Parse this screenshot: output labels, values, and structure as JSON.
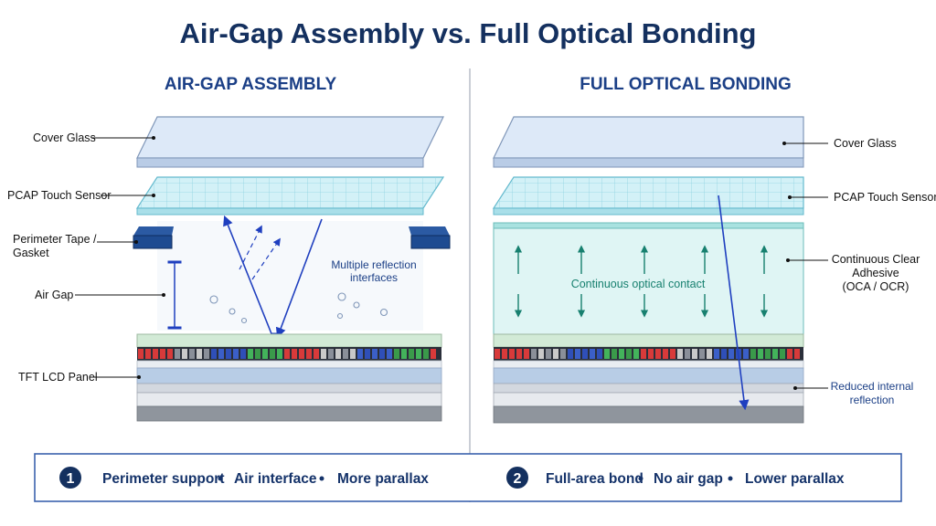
{
  "title": "Air-Gap Assembly vs. Full Optical Bonding",
  "left": {
    "heading": "AIR-GAP ASSEMBLY",
    "labels": {
      "cover_glass": "Cover Glass",
      "touch_sensor": "PCAP Touch Sensor",
      "tape_line1": "Perimeter Tape /",
      "tape_line2": "Gasket",
      "air_gap": "Air Gap",
      "lcd": "TFT LCD Panel"
    },
    "note_line1": "Multiple reflection",
    "note_line2": "interfaces"
  },
  "right": {
    "heading": "FULL OPTICAL BONDING",
    "labels": {
      "cover_glass": "Cover Glass",
      "touch_sensor": "PCAP Touch Sensor",
      "adhesive_line1": "Continuous Clear",
      "adhesive_line2": "Adhesive",
      "adhesive_line3": "(OCA / OCR)",
      "reflection_line1": "Reduced internal",
      "reflection_line2": "reflection"
    },
    "contact_note": "Continuous optical contact"
  },
  "footer": {
    "left": {
      "number": "1",
      "items": [
        "Perimeter support",
        "Air interface",
        "More parallax"
      ]
    },
    "right": {
      "number": "2",
      "items": [
        "Full-area bond",
        "No air gap",
        "Lower parallax"
      ]
    }
  },
  "colors": {
    "navy": "#14305f",
    "accent_blue": "#1f3fbf",
    "teal": "#17806f",
    "glass": "#dde9f8",
    "sensor": "#d3f1f7",
    "adhesive": "#dff5f4",
    "gasket": "#1e4b91"
  }
}
